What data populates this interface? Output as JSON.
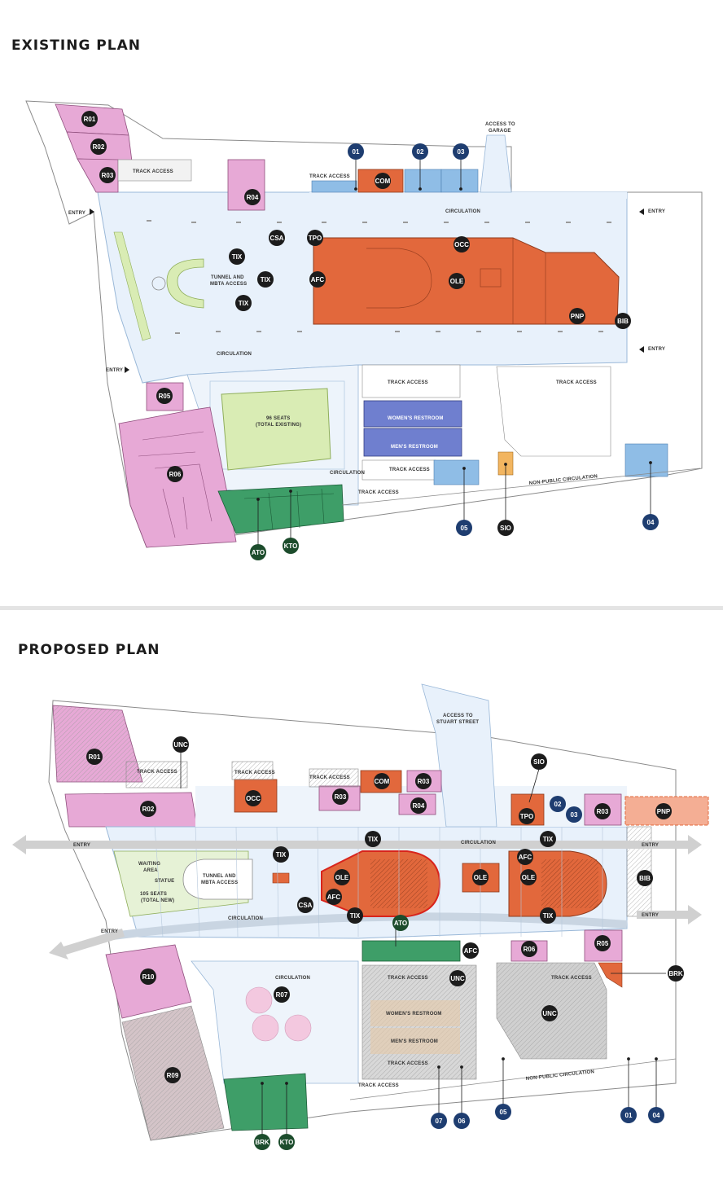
{
  "existing": {
    "title": "EXISTING PLAN",
    "labels": {
      "track_access_1": "TRACK ACCESS",
      "track_access_2": "TRACK ACCESS",
      "access_garage_1": "ACCESS TO",
      "access_garage_2": "GARAGE",
      "entry_1": "ENTRY",
      "entry_2": "ENTRY",
      "entry_3": "ENTRY",
      "entry_4": "ENTRY",
      "circulation_1": "CIRCULATION",
      "circulation_2": "CIRCULATION",
      "circulation_3": "CIRCULATION",
      "tunnel_1": "TUNNEL AND",
      "tunnel_2": "MBTA ACCESS",
      "seats_1": "96 SEATS",
      "seats_2": "(TOTAL EXISTING)",
      "womens": "WOMEN'S RESTROOM",
      "mens": "MEN'S RESTROOM",
      "track_access_3": "TRACK ACCESS",
      "track_access_4": "TRACK ACCESS",
      "track_access_5": "TRACK ACCESS",
      "track_access_6": "TRACK ACCESS",
      "non_public": "NON-PUBLIC CIRCULATION"
    },
    "tags": {
      "r01": "R01",
      "r02": "R02",
      "r03": "R03",
      "r04": "R04",
      "r05": "R05",
      "r06": "R06",
      "n01": "01",
      "n02": "02",
      "n03": "03",
      "n04": "04",
      "n05": "05",
      "com": "COM",
      "csa": "CSA",
      "tpo": "TPO",
      "occ": "OCC",
      "tix1": "TIX",
      "tix2": "TIX",
      "tix3": "TIX",
      "afc": "AFC",
      "ole": "OLE",
      "pnp": "PNP",
      "bib": "BIB",
      "sio": "SIO",
      "ato": "ATO",
      "kto": "KTO"
    }
  },
  "proposed": {
    "title": "PROPOSED PLAN",
    "labels": {
      "access_stuart_1": "ACCESS TO",
      "access_stuart_2": "STUART STREET",
      "track_access_1": "TRACK ACCESS",
      "track_access_2": "TRACK ACCESS",
      "track_access_3": "TRACK ACCESS",
      "circulation_1": "CIRCULATION",
      "circulation_2": "CIRCULATION",
      "circulation_3": "CIRCULATION",
      "entry_1": "ENTRY",
      "entry_2": "ENTRY",
      "entry_3": "ENTRY",
      "entry_4": "ENTRY",
      "waiting_1": "WAITING",
      "waiting_2": "AREA",
      "statue": "STATUE",
      "seats_1": "105 SEATS",
      "seats_2": "(TOTAL NEW)",
      "tunnel_1": "TUNNEL AND",
      "tunnel_2": "MBTA ACCESS",
      "track_access_4": "TRACK ACCESS",
      "track_access_5": "TRACK ACCESS",
      "womens": "WOMEN'S RESTROOM",
      "mens": "MEN'S RESTROOM",
      "track_access_6": "TRACK ACCESS",
      "track_access_7": "TRACK ACCESS",
      "non_public": "NON-PUBLIC CIRCULATION"
    },
    "tags": {
      "r01": "R01",
      "r02": "R02",
      "unc1": "UNC",
      "occ": "OCC",
      "r03a": "R03",
      "com": "COM",
      "r03b": "R03",
      "r04": "R04",
      "sio": "SIO",
      "tpo": "TPO",
      "n02": "02",
      "n03": "03",
      "r03c": "R03",
      "pnp": "PNP",
      "tix1": "TIX",
      "tix2": "TIX",
      "tix3": "TIX",
      "tix4": "TIX",
      "tix5": "TIX",
      "afc1": "AFC",
      "afc2": "AFC",
      "afc3": "AFC",
      "ole1": "OLE",
      "ole2": "OLE",
      "ole3": "OLE",
      "csa": "CSA",
      "bib": "BIB",
      "ato": "ATO",
      "r06": "R06",
      "r05": "R05",
      "brk1": "BRK",
      "r10": "R10",
      "r07": "R07",
      "unc2": "UNC",
      "unc3": "UNC",
      "r09": "R09",
      "n07": "07",
      "n06": "06",
      "n05": "05",
      "n01": "01",
      "n04": "04",
      "brk2": "BRK",
      "kto": "KTO"
    }
  },
  "colors": {
    "retail": "#e7a9d6",
    "operations": "#e2683c",
    "bathroom": "#6f7fcf",
    "service": "#8fbde6",
    "kitchen": "#3e9e68",
    "circulation": "#e8f1fb",
    "seating": "#d9ecb4",
    "waiting": "#e6f2d6",
    "unc_gray": "#c6c6c6",
    "tag_dark": "#1c1c1c",
    "tag_blue": "#1e3d70",
    "tag_green": "#1c4c2c"
  }
}
